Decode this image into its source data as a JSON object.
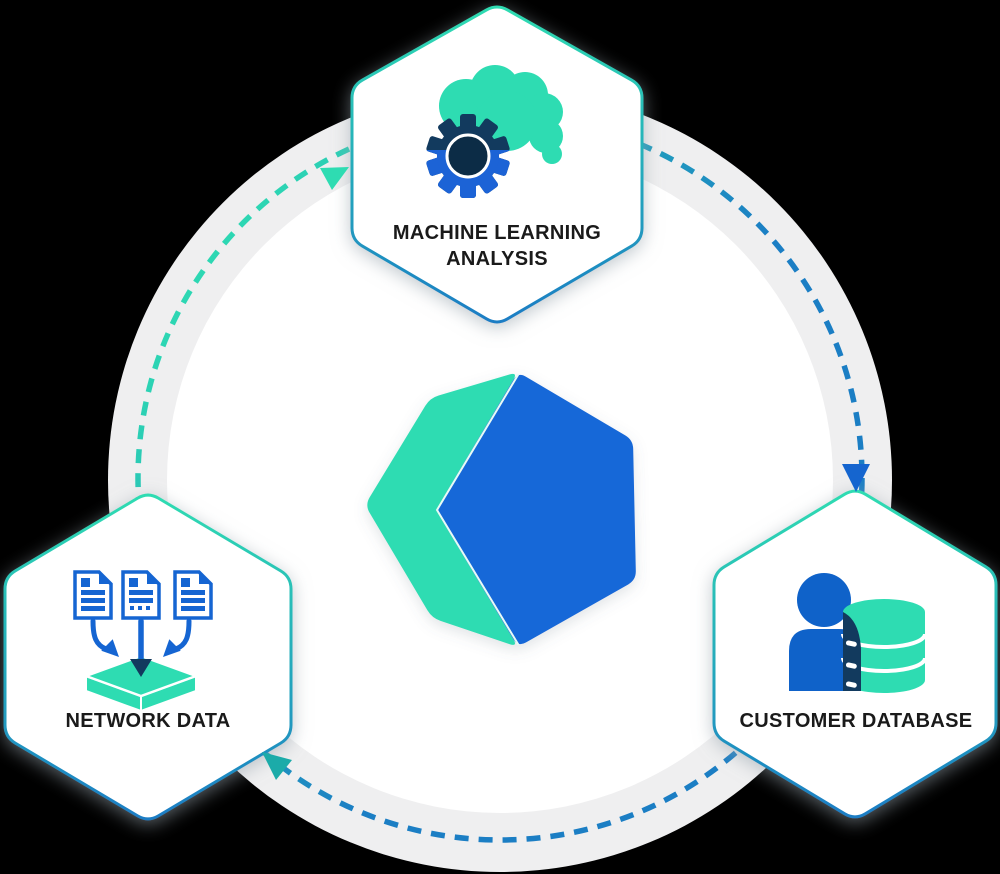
{
  "diagram": {
    "type": "cycle-diagram",
    "cycle": {
      "shape": "dashed-circle",
      "direction": "clockwise",
      "arrow_count": 3
    }
  },
  "nodes": [
    {
      "id": "machine-learning-analysis",
      "label_line1": "MACHINE LEARNING",
      "label_line2": "ANALYSIS",
      "icon": "brain-gear-icon",
      "position": "top"
    },
    {
      "id": "network-data",
      "label": "NETWORK DATA",
      "icon": "documents-to-platform-icon",
      "position": "bottom-left"
    },
    {
      "id": "customer-database",
      "label": "CUSTOMER DATABASE",
      "icon": "person-database-icon",
      "position": "bottom-right"
    }
  ],
  "center": {
    "icon": "hexagon-cube-logo"
  },
  "colors": {
    "background": "#000000",
    "ring_gray": "#EFEFF0",
    "inner_white": "#FFFFFF",
    "teal": "#2EDCB2",
    "blue": "#1565D2",
    "navy": "#123A5E",
    "border_teal": "#2FDCB2",
    "border_blue": "#1B7DC4",
    "text": "#1A1A1A"
  }
}
